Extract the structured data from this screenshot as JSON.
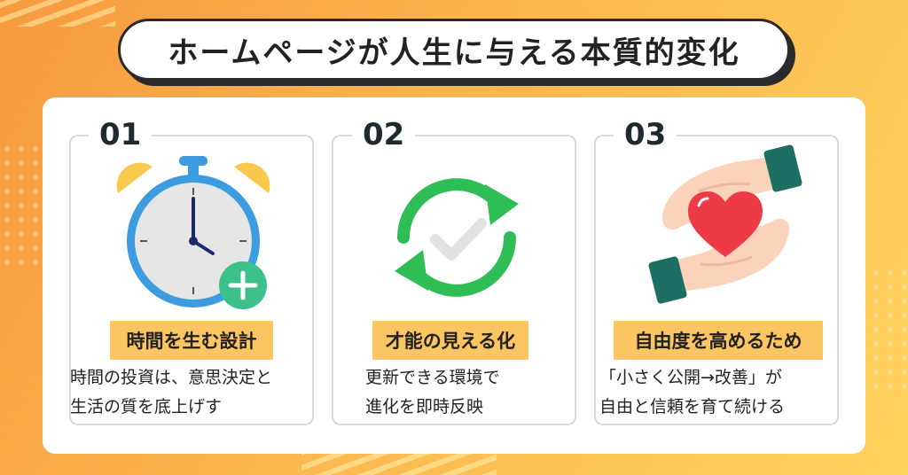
{
  "title": "ホームページが人生に与える本質的変化",
  "cards": [
    {
      "number": "01",
      "icon": "stopwatch-plus-icon",
      "label": "時間を生む設計",
      "desc_line1": "時間の投資は、意思決定と",
      "desc_line2": "生活の質を底上げす"
    },
    {
      "number": "02",
      "icon": "refresh-check-icon",
      "label": "才能の見える化",
      "desc_line1": "更新できる環境で",
      "desc_line2": "進化を即時反映"
    },
    {
      "number": "03",
      "icon": "hands-heart-icon",
      "label": "自由度を高めるため",
      "desc_line1": "「小さく公開→改善」が",
      "desc_line2": "自由と信頼を育て続ける"
    }
  ],
  "colors": {
    "background_start": "#f79a3e",
    "background_end": "#ffd35c",
    "label_bg": "#fbc561",
    "clock_blue": "#3d9be0",
    "plus_green": "#3cc08c",
    "arrow_green": "#2fbe55",
    "heart_red": "#ec3b45",
    "sleeve_teal": "#1e6f63"
  }
}
